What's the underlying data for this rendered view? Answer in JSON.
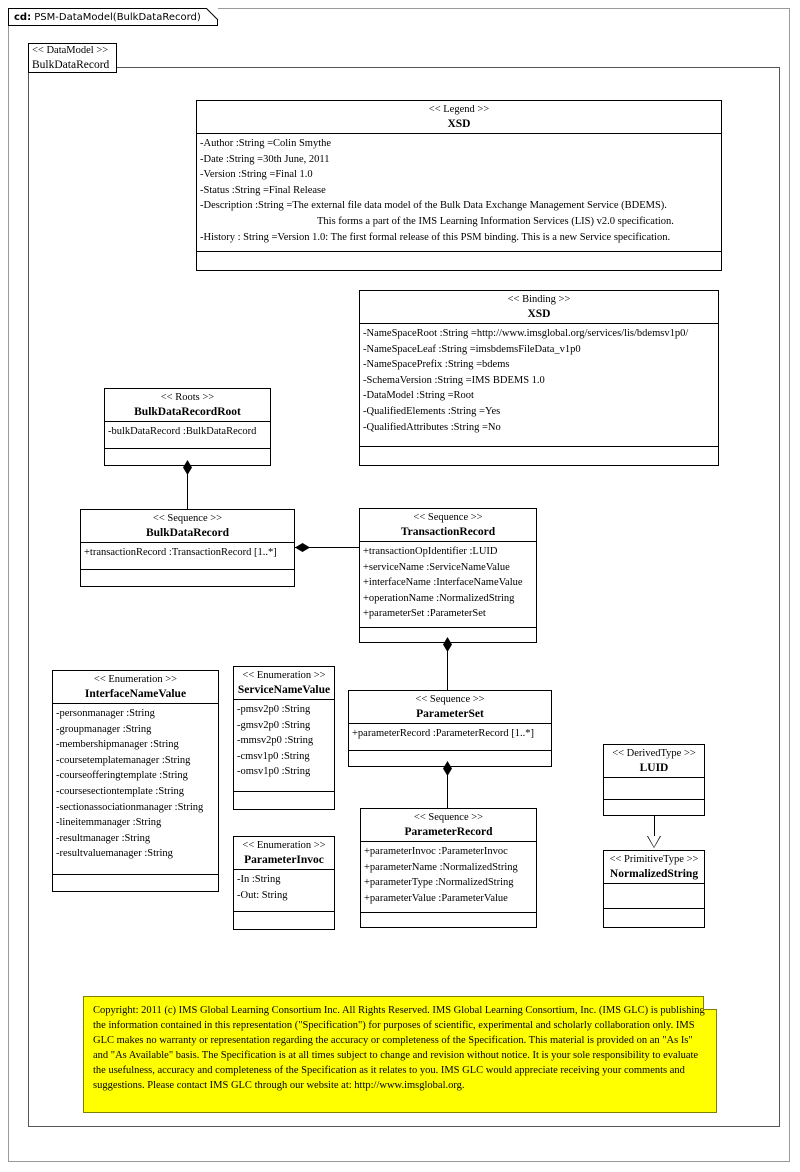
{
  "diagram": {
    "tab_key": "cd:",
    "tab_title": " PSM-DataModel(BulkDataRecord)"
  },
  "datamodel_frame": {
    "stereotype": "<< DataModel >>",
    "name": "BulkDataRecord"
  },
  "legend": {
    "stereotype": "<< Legend >>",
    "name": "XSD",
    "attributes": [
      "-Author :String =Colin Smythe",
      "-Date :String =30th June, 2011",
      "-Version :String =Final 1.0",
      "-Status :String =Final Release",
      "-Description  :String =The external file data model of the Bulk Data Exchange Management Service (BDEMS).",
      "This forms a part of the IMS Learning Information Services (LIS) v2.0 specification.",
      "-History : String =Version 1.0: The first formal release of this PSM binding.  This is a new Service specification."
    ]
  },
  "binding": {
    "stereotype": "<< Binding  >>",
    "name": "XSD",
    "attributes": [
      "-NameSpaceRoot :String =http://www.imsglobal.org/services/lis/bdemsv1p0/",
      "-NameSpaceLeaf :String =imsbdemsFileData_v1p0",
      "-NameSpacePrefix  :String =bdems",
      "-SchemaVersion  :String =IMS BDEMS 1.0",
      "-DataModel :String =Root",
      "-QualifiedElements   :String =Yes",
      "-QualifiedAttributes   :String =No"
    ]
  },
  "roots": {
    "stereotype": "<< Roots >>",
    "name": "BulkDataRecordRoot",
    "attributes": [
      "-bulkDataRecord :BulkDataRecord"
    ]
  },
  "bulk_data_record": {
    "stereotype": "<< Sequence >>",
    "name": "BulkDataRecord",
    "attributes": [
      "+transactionRecord :TransactionRecord [1..*]"
    ]
  },
  "transaction_record": {
    "stereotype": "<< Sequence >>",
    "name": "TransactionRecord",
    "attributes": [
      "+transactionOpIdentifier   :LUID",
      "+serviceName :ServiceNameValue",
      "+interfaceName :InterfaceNameValue",
      "+operationName :NormalizedString",
      "+parameterSet :ParameterSet"
    ]
  },
  "interface_name_value": {
    "stereotype": "<< Enumeration  >>",
    "name": "InterfaceNameValue",
    "attributes": [
      "-personmanager  :String",
      "-groupmanager  :String",
      "-membershipmanager   :String",
      "-coursetemplatemanager   :String",
      "-courseofferingtemplate   :String",
      "-coursesectiontemplate  :String",
      "-sectionassociationmanager   :String",
      "-lineitemmanager  :String",
      "-resultmanager  :String",
      "-resultvaluemanager   :String"
    ]
  },
  "service_name_value": {
    "stereotype": "<< Enumeration  >>",
    "name": "ServiceNameValue",
    "attributes": [
      "-pmsv2p0 :String",
      "-gmsv2p0 :String",
      "-mmsv2p0 :String",
      "-cmsv1p0 :String",
      "-omsv1p0 :String"
    ]
  },
  "parameter_invoc": {
    "stereotype": "<< Enumeration  >>",
    "name": "ParameterInvoc",
    "attributes": [
      "-In :String",
      "-Out: String"
    ]
  },
  "parameter_set": {
    "stereotype": "<< Sequence >>",
    "name": "ParameterSet",
    "attributes": [
      "+parameterRecord :ParameterRecord [1..*]"
    ]
  },
  "parameter_record": {
    "stereotype": "<< Sequence >>",
    "name": "ParameterRecord",
    "attributes": [
      "+parameterInvoc  :ParameterInvoc",
      "+parameterName :NormalizedString",
      "+parameterType  :NormalizedString",
      "+parameterValue  :ParameterValue"
    ]
  },
  "luid": {
    "stereotype": "<< DerivedType >>",
    "name": "LUID"
  },
  "normalized_string": {
    "stereotype": "<< PrimitiveType  >>",
    "name": "NormalizedString"
  },
  "copyright_note": {
    "text": "Copyright: 2011 (c) IMS Global Learning Consortium Inc.  All Rights Reserved.  IMS Global Learning Consortium, Inc. (IMS GLC) is publishing the information contained in this representation (\"Specification\") for purposes of scientific, experimental and scholarly collaboration only.  IMS GLC makes no warranty or representation regarding  the accuracy or completeness of the Specification.  This material is provided on an \"As Is\" and \"As Available\" basis.  The Specification is at all times subject to change and revision without notice.  It is your sole responsibility to evaluate the usefulness, accuracy and completeness of the Specification as it relates to you.  IMS GLC would appreciate receiving your comments and suggestions.  Please contact IMS GLC through our website at: http://www.imsglobal.org.",
    "background_color": "#ffff00"
  }
}
